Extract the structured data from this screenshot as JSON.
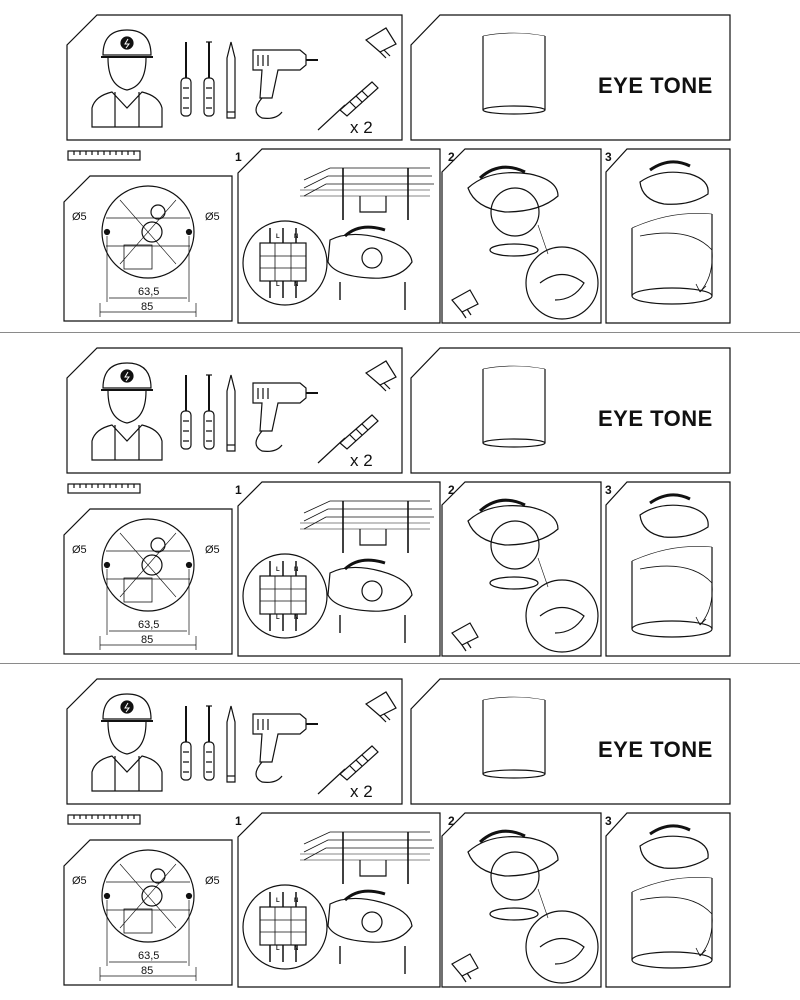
{
  "brand": "EYE TONE",
  "quantity": "x 2",
  "dimensions": {
    "hole_left": "Ø5",
    "hole_right": "Ø5",
    "inner_span": "63,5",
    "outer_span": "85"
  },
  "steps": [
    "1",
    "2",
    "3"
  ],
  "terminals": {
    "top_l": "L",
    "top_n": "N",
    "bottom_l": "L",
    "bottom_n": "N"
  }
}
